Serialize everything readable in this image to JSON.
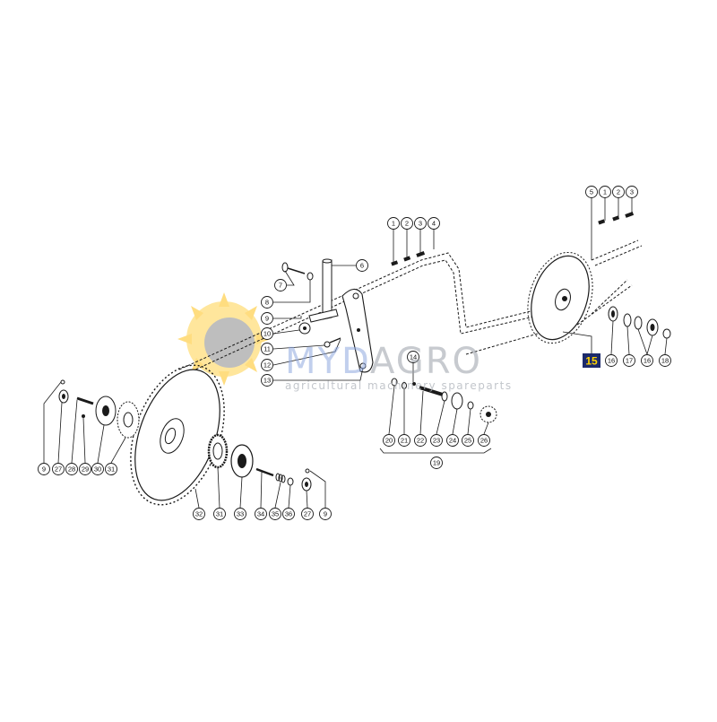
{
  "colors": {
    "line": "#1a1a1a",
    "highlight_bg": "#1c2a6b",
    "highlight_fg": "#ffd400",
    "watermark_my": "#8fa8e0",
    "watermark_agro": "#9aa0a8"
  },
  "watermark": {
    "logo_part1": "MYD",
    "logo_part2": "AGRO",
    "tagline": "agricultural machinery spareparts",
    "icon": "sun-logo-icon"
  },
  "highlighted_callout": "15",
  "callouts": {
    "top_right": [
      "5",
      "1",
      "2",
      "3"
    ],
    "top_mid": [
      "1",
      "2",
      "3",
      "4"
    ],
    "arm_left": [
      "7",
      "8",
      "9",
      "10",
      "11",
      "12",
      "13"
    ],
    "arm_right": [
      "6"
    ],
    "pin": [
      "14"
    ],
    "right_row": [
      "16",
      "17",
      "16",
      "18"
    ],
    "right_group": [
      "15"
    ],
    "shaft_row": [
      "20",
      "21",
      "22",
      "23",
      "24",
      "25",
      "26"
    ],
    "shaft_group": [
      "19"
    ],
    "left_row": [
      "9",
      "27",
      "28",
      "29",
      "30",
      "31"
    ],
    "bottom_row": [
      "32",
      "31",
      "33",
      "34",
      "35",
      "36",
      "27",
      "9"
    ]
  }
}
